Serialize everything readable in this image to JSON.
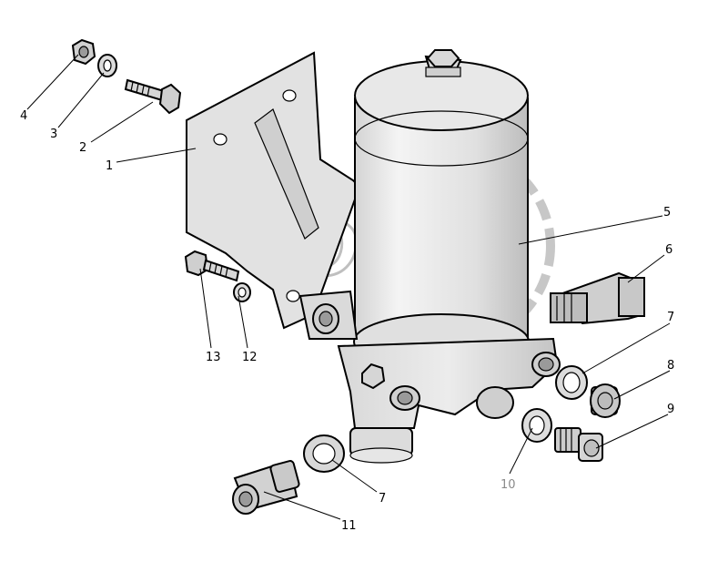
{
  "labels": {
    "l1": "1",
    "l2": "2",
    "l3": "3",
    "l4": "4",
    "l5": "5",
    "l6": "6",
    "l7a": "7",
    "l7b": "7",
    "l8": "8",
    "l9": "9",
    "l10": "10",
    "l11": "11",
    "l12": "12",
    "l13": "13"
  },
  "watermark": {
    "text": "OPEX"
  },
  "colors": {
    "part_fill": "#e6e6e6",
    "part_shade": "#cfcfcf",
    "outline": "#000000",
    "label": "#000000",
    "label_gray": "#8a8a8a"
  }
}
